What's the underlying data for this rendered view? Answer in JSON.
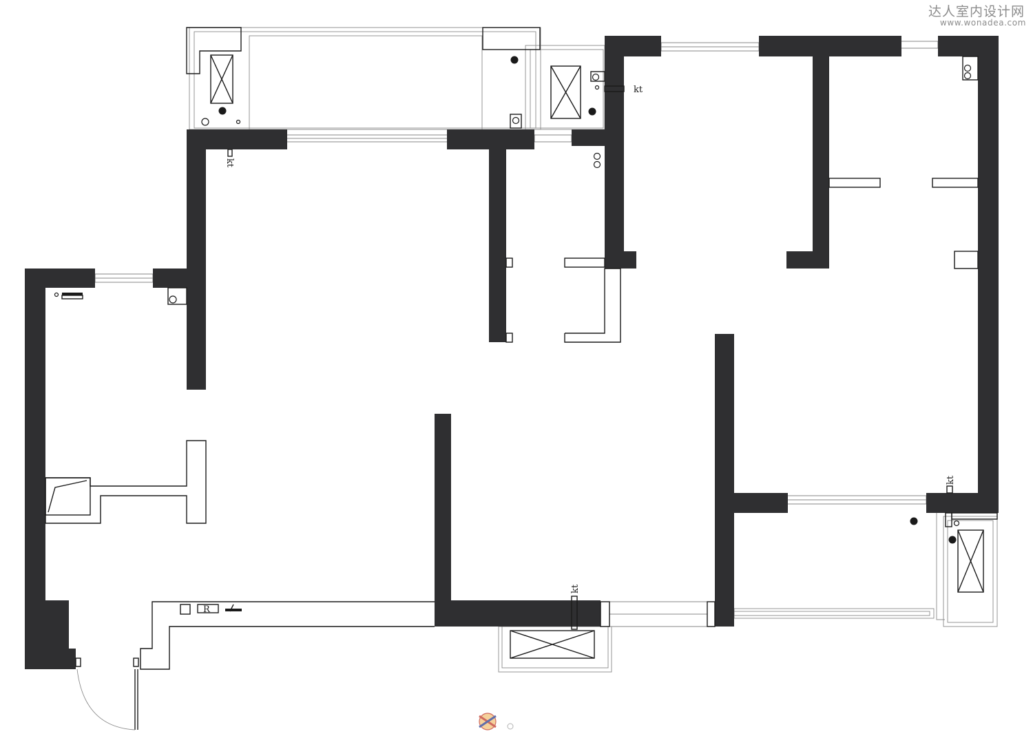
{
  "watermark": {
    "title": "达人室内设计网",
    "url": "www.wonadea.com"
  },
  "labels": {
    "kt_top_left": "kt",
    "kt_top_center": "kt",
    "kt_right": "kt",
    "kt_bottom": "kt",
    "r_mark": "R"
  },
  "colors": {
    "wall": "#2f2f31",
    "line": "#1a1a1a",
    "window": "#7a7a7a"
  },
  "icons": [
    "ac-unit-icon",
    "pipe-icon",
    "door-swing-icon",
    "logo-icon"
  ]
}
